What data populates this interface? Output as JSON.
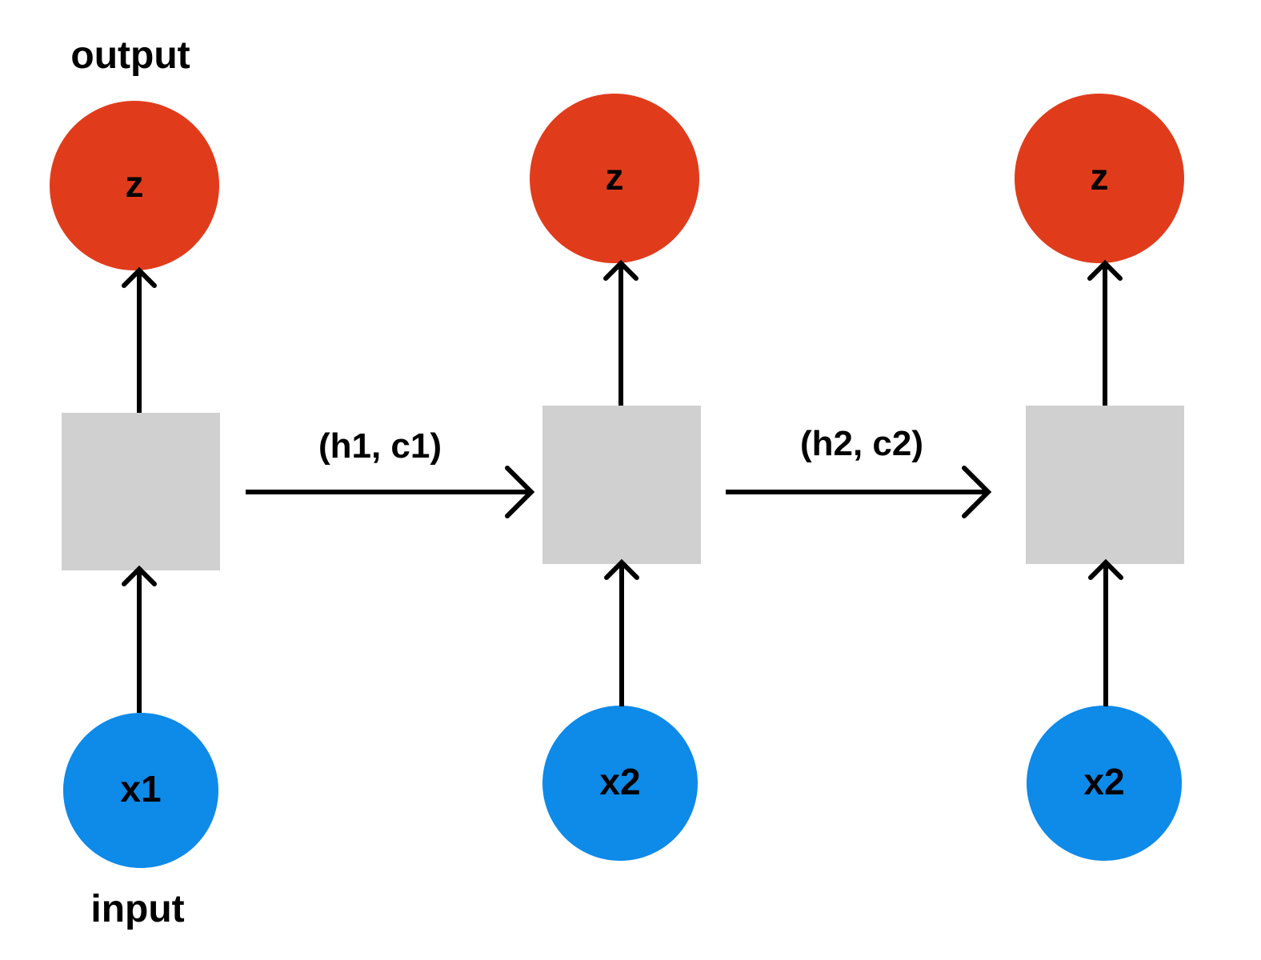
{
  "labels": {
    "output": "output",
    "input": "input"
  },
  "colors": {
    "output_node": "#E03C1C",
    "input_node": "#0E8AE8",
    "cell": "#D0D0D0",
    "edge": "#000000",
    "background": "#FFFFFF"
  },
  "steps": [
    {
      "output_label": "z",
      "input_label": "x1"
    },
    {
      "output_label": "z",
      "input_label": "x2"
    },
    {
      "output_label": "z",
      "input_label": "x2"
    }
  ],
  "transitions": [
    {
      "label": "(h1, c1)"
    },
    {
      "label": "(h2, c2)"
    }
  ]
}
